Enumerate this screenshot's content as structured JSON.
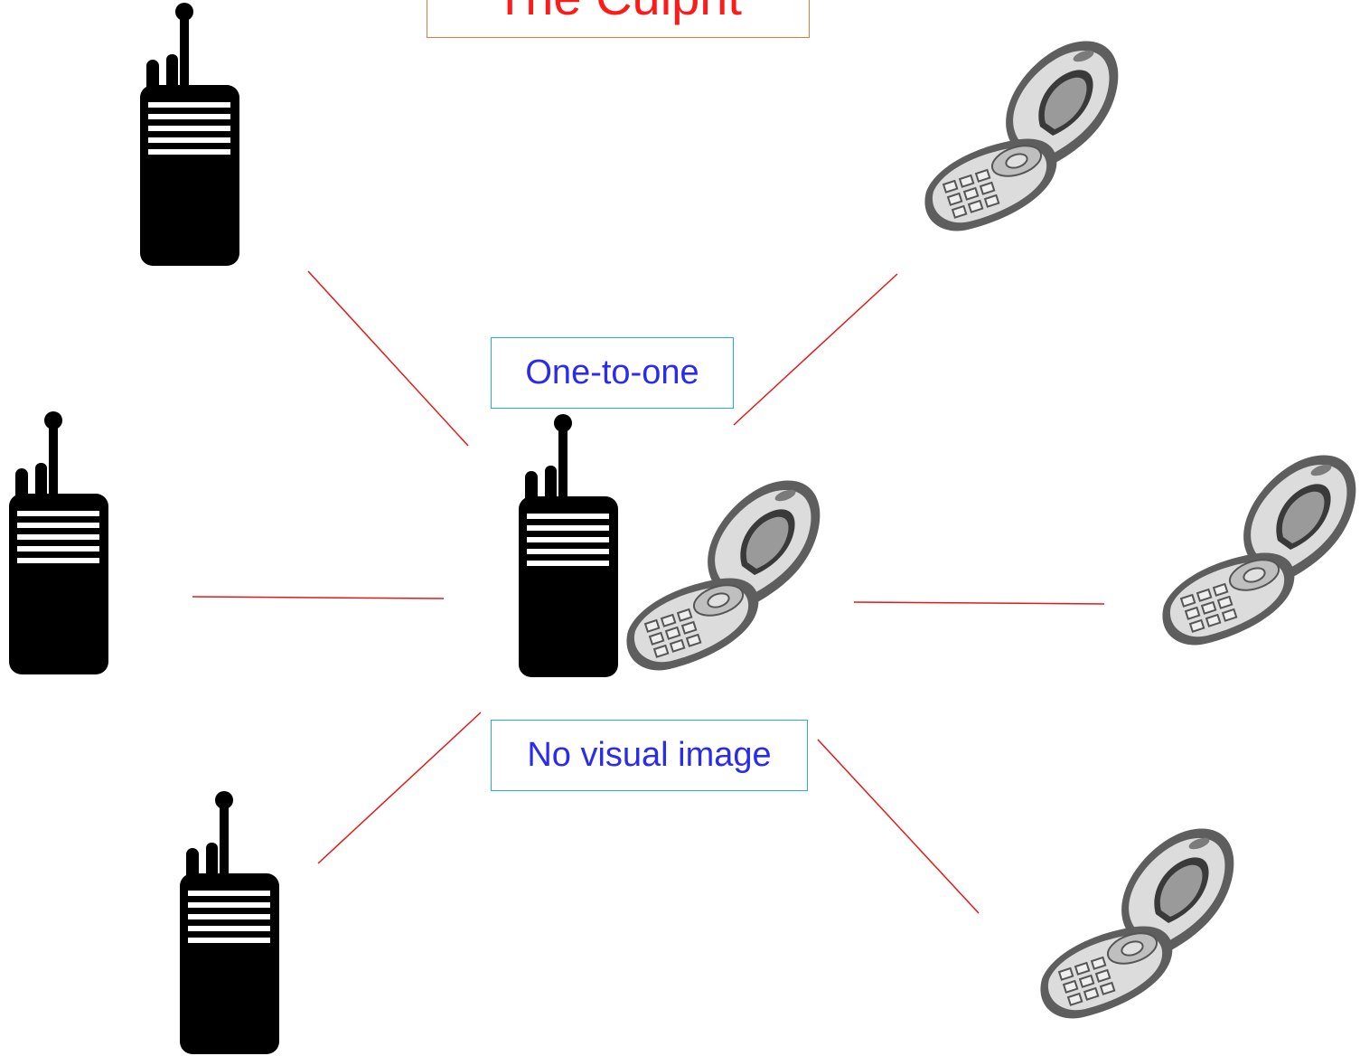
{
  "title": "The Culprit",
  "labels": {
    "center_top": "One-to-one",
    "center_bottom": "No visual image"
  },
  "icons": {
    "radio": "walkie-talkie-icon",
    "phone": "flip-phone-icon"
  },
  "colors": {
    "title_text": "#ff1a1a",
    "title_border": "#d97b3a",
    "label_text": "#2b2bf0",
    "label_border": "#29a9e0",
    "connector": "#e31919",
    "radio_fill": "#000000"
  }
}
